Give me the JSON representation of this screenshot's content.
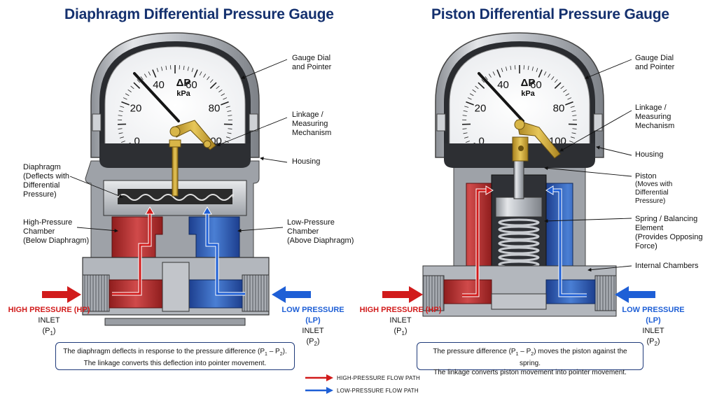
{
  "left": {
    "title": "Diaphragm Differential Pressure Gauge",
    "dial": {
      "ticks": [
        "0",
        "20",
        "40",
        "60",
        "80",
        "100"
      ],
      "symbol": "ΔP",
      "unit": "kPa"
    },
    "labels": {
      "gauge": [
        "Gauge Dial",
        "and Pointer"
      ],
      "linkage": [
        "Linkage /",
        "Measuring",
        "Mechanism"
      ],
      "housing": [
        "Housing"
      ],
      "diaphragm": [
        "Diaphragm",
        "(Deflects with",
        "Differential",
        "Pressure)"
      ],
      "hp_chamber": [
        "High-Pressure",
        "Chamber",
        "(Below Diaphragm)"
      ],
      "lp_chamber": [
        "Low-Pressure",
        "Chamber",
        "(Above Diaphragm)"
      ]
    },
    "hp_inlet": {
      "name": "HIGH PRESSURE (HP)",
      "word": "INLET",
      "sym": "(P",
      "sub": "1",
      "close": ")"
    },
    "lp_inlet": {
      "name": "LOW PRESSURE (LP)",
      "word": "INLET",
      "sym": "(P",
      "sub": "2",
      "close": ")"
    },
    "note": {
      "l1a": "The diaphragm deflects in response to the pressure difference (P",
      "s1": "1",
      "l1b": " – P",
      "s2": "2",
      "l1c": ").",
      "l2": "The linkage converts this deflection into pointer movement."
    }
  },
  "right": {
    "title": "Piston Differential Pressure Gauge",
    "dial": {
      "ticks": [
        "0",
        "20",
        "40",
        "60",
        "80",
        "100"
      ],
      "symbol": "ΔP",
      "unit": "kPa"
    },
    "labels": {
      "gauge": [
        "Gauge Dial",
        "and Pointer"
      ],
      "linkage": [
        "Linkage /",
        "Measuring",
        "Mechanism"
      ],
      "housing": [
        "Housing"
      ],
      "piston": [
        "Piston",
        "(Moves with",
        "Differential",
        "Pressure)"
      ],
      "spring": [
        "Spring / Balancing",
        "Element",
        "(Provides Opposing",
        "Force)"
      ],
      "chambers": [
        "Internal Chambers"
      ]
    },
    "hp_inlet": {
      "name": "HIGH PRESSURE (HP)",
      "word": "INLET",
      "sym": "(P",
      "sub": "1",
      "close": ")"
    },
    "lp_inlet": {
      "name": "LOW PRESSURE (LP)",
      "word": "INLET",
      "sym": "(P",
      "sub": "2",
      "close": ")"
    },
    "note": {
      "l1a": "The pressure difference (P",
      "s1": "1",
      "l1b": " – P",
      "s2": "2",
      "l1c": ") moves the piston against the spring.",
      "l2": "The linkage converts piston movement into pointer movement."
    }
  },
  "legend": {
    "hp": "HIGH-PRESSURE FLOW PATH",
    "lp": "LOW-PRESSURE FLOW PATH"
  },
  "colors": {
    "hp": "#d11b1b",
    "lp": "#1e5fd6",
    "title": "#14306e",
    "brass": "#c9a23a",
    "steel": "#b8bcc2"
  }
}
